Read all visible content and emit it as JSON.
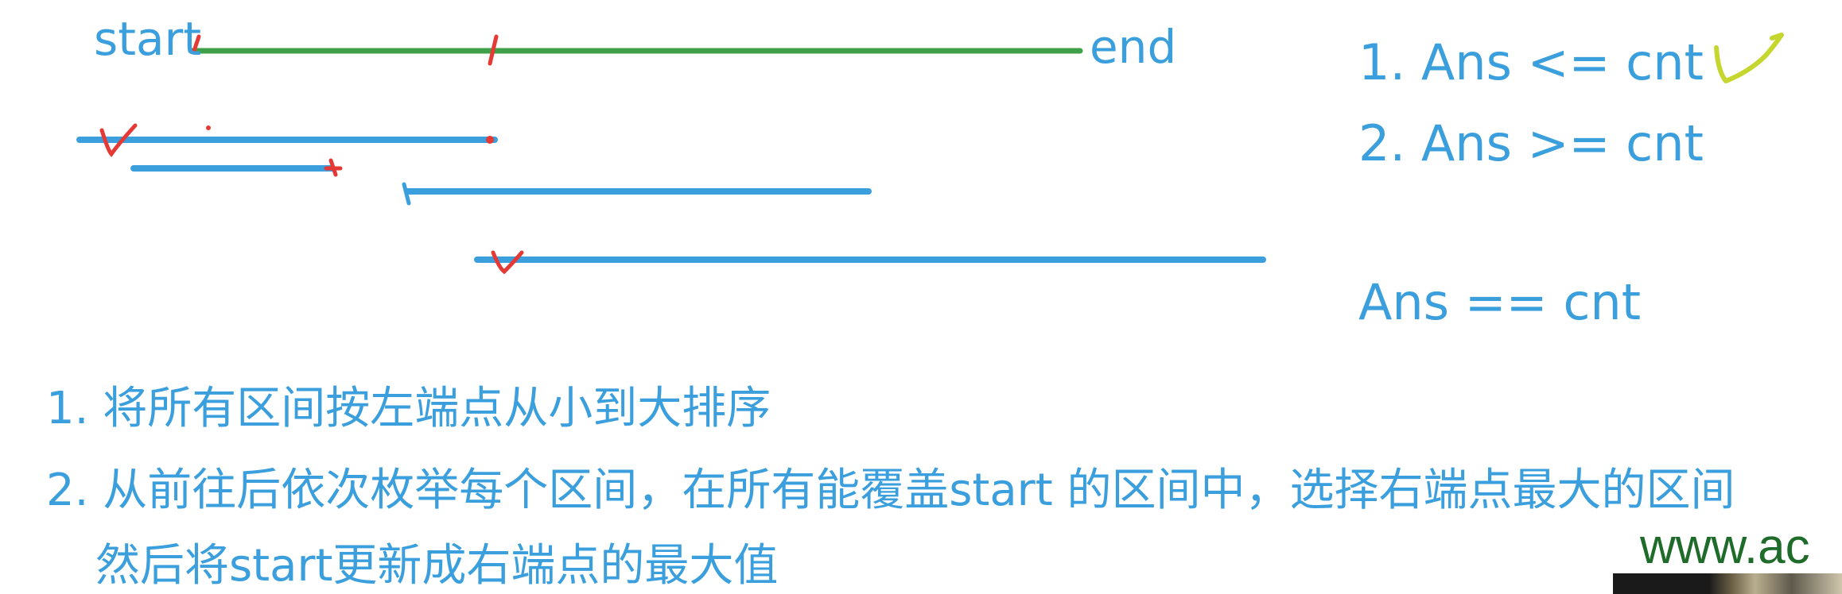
{
  "diagram": {
    "labels": {
      "start": "start",
      "end": "end"
    },
    "conditions": {
      "c1": "1. Ans <= cnt",
      "c2": "2. Ans >= cnt",
      "conclusion": "Ans == cnt"
    },
    "steps": {
      "s1": "1. 将所有区间按左端点从小到大排序",
      "s2": "2. 从前往后依次枚举每个区间，在所有能覆盖start 的区间中，选择右端点最大的区间",
      "s2_cont": "然后将start更新成右端点的最大值"
    },
    "watermark": "www.ac",
    "colors": {
      "text_blue": "#3a9fdc",
      "segment_green": "#3fa04a",
      "mark_red": "#e53935",
      "check_yellow": "#c5d62e"
    }
  }
}
